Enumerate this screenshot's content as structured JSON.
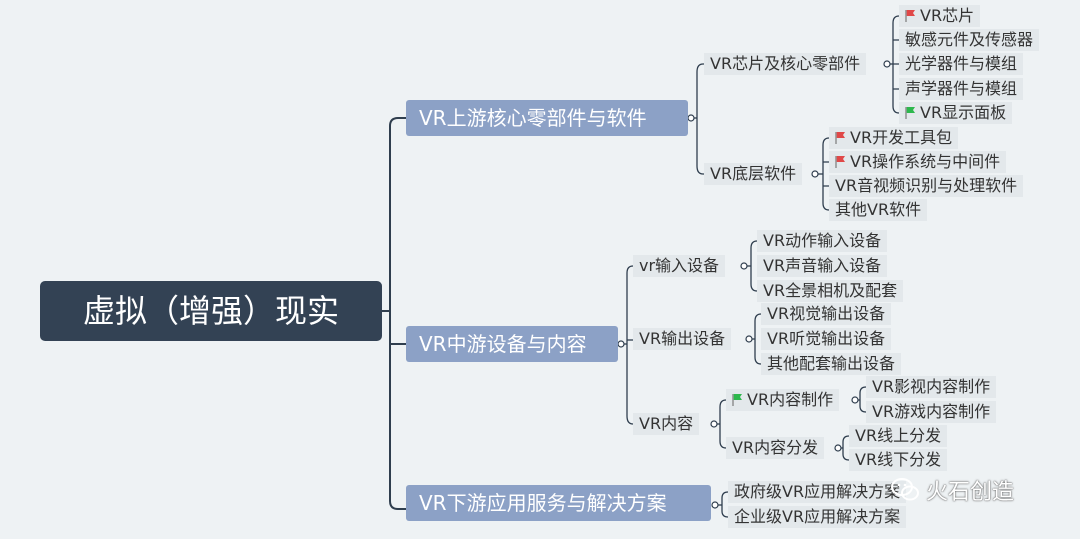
{
  "root": "虚拟（增强）现实",
  "branches": {
    "upstream": {
      "label": "VR上游核心零部件与软件",
      "chips": {
        "label": "VR芯片及核心零部件",
        "items": [
          "VR芯片",
          "敏感元件及传感器",
          "光学器件与模组",
          "声学器件与模组",
          "VR显示面板"
        ]
      },
      "software": {
        "label": "VR底层软件",
        "items": [
          "VR开发工具包",
          "VR操作系统与中间件",
          "VR音视频识别与处理软件",
          "其他VR软件"
        ]
      }
    },
    "midstream": {
      "label": "VR中游设备与内容",
      "input": {
        "label": "vr输入设备",
        "items": [
          "VR动作输入设备",
          "VR声音输入设备",
          "VR全景相机及配套"
        ]
      },
      "output": {
        "label": "VR输出设备",
        "items": [
          "VR视觉输出设备",
          "VR听觉输出设备",
          "其他配套输出设备"
        ]
      },
      "content": {
        "label": "VR内容",
        "production": {
          "label": "VR内容制作",
          "items": [
            "VR影视内容制作",
            "VR游戏内容制作"
          ]
        },
        "distribution": {
          "label": "VR内容分发",
          "items": [
            "VR线上分发",
            "VR线下分发"
          ]
        }
      }
    },
    "downstream": {
      "label": "VR下游应用服务与解决方案",
      "items": [
        "政府级VR应用解决方案",
        "企业级VR应用解决方案"
      ]
    }
  },
  "flags": {
    "red": "#e04848",
    "green": "#2db84d"
  },
  "watermark": "火石创造"
}
